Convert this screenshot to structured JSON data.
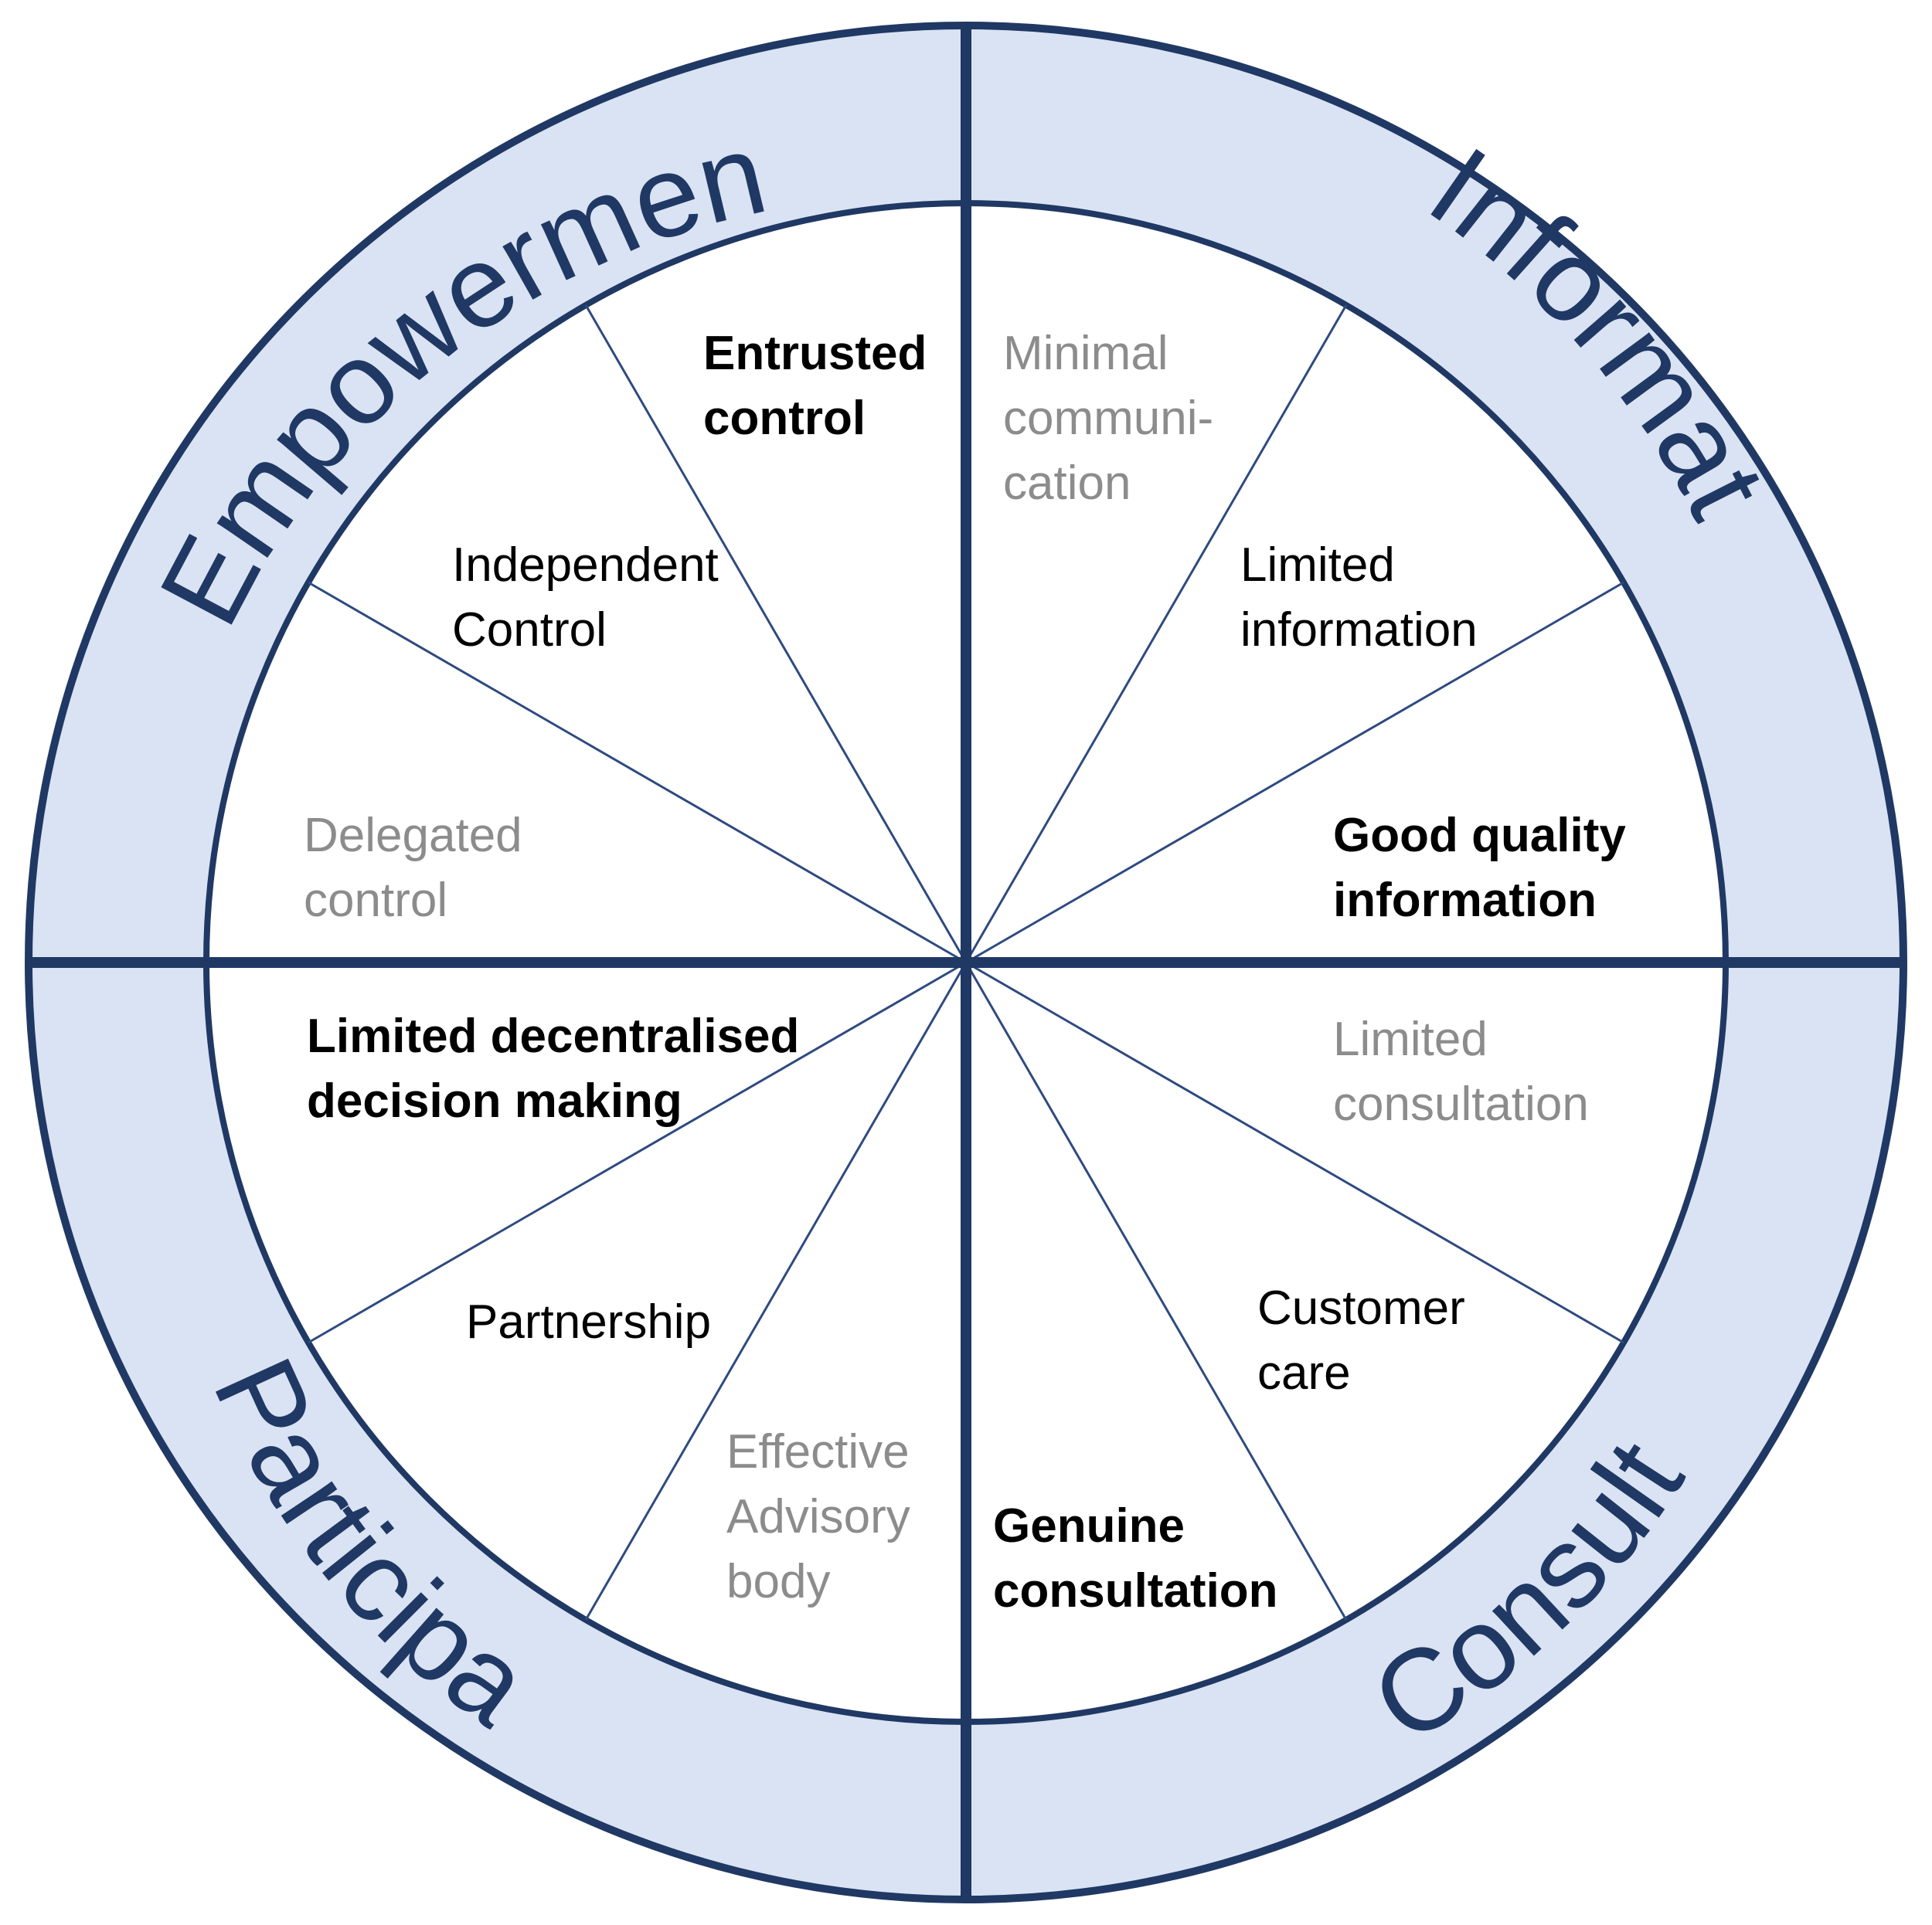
{
  "colors": {
    "ring_fill": "#dae3f3",
    "outline": "#203864",
    "spoke": "#2f4a80",
    "inner_fill": "#ffffff",
    "title_text": "#203864",
    "strong_text": "#000000",
    "muted_text": "#8c8c8c"
  },
  "quadrants": {
    "empowerment": "Empowerment",
    "information": "Information",
    "participation": "Participation",
    "consultation": "Consultation"
  },
  "segments": {
    "entrusted_control": [
      "Entrusted",
      "control"
    ],
    "independent_control": [
      "Independent",
      "Control"
    ],
    "delegated_control": [
      "Delegated",
      "control"
    ],
    "minimal_communication": [
      "Minimal",
      "communi-",
      "cation"
    ],
    "limited_information": [
      "Limited",
      "information"
    ],
    "good_quality_information": [
      "Good quality",
      "information"
    ],
    "limited_decentralised": [
      "Limited decentralised",
      "decision making"
    ],
    "partnership": [
      "Partnership"
    ],
    "effective_advisory": [
      "Effective",
      "Advisory",
      "body"
    ],
    "limited_consultation": [
      "Limited",
      "consultation"
    ],
    "customer_care": [
      "Customer",
      "care"
    ],
    "genuine_consultation": [
      "Genuine",
      "consultation"
    ]
  }
}
